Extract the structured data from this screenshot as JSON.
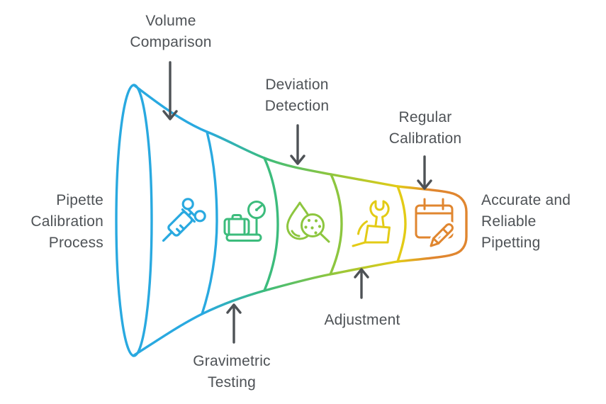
{
  "meta": {
    "background": "#FFFFFF",
    "text_color": "#4E5256",
    "arrow_color": "#4E5256"
  },
  "funnel": {
    "source_label": {
      "lines": [
        "Pipette",
        "Calibration",
        "Process"
      ]
    },
    "outcome_label": {
      "lines": [
        "Accurate and",
        "Reliable",
        "Pipetting"
      ]
    },
    "stages": [
      {
        "name": "Volume Comparison",
        "lines": [
          "Volume",
          "Comparison"
        ],
        "color": "#29A9E0",
        "icon": "syringe-icon",
        "label_position": "top"
      },
      {
        "name": "Gravimetric Testing",
        "lines": [
          "Gravimetric",
          "Testing"
        ],
        "color": "#3CBC7C",
        "icon": "luggage-scale-icon",
        "label_position": "bottom"
      },
      {
        "name": "Deviation Detection",
        "lines": [
          "Deviation",
          "Detection"
        ],
        "color": "#8DC63F",
        "icon": "droplet-magnifier-icon",
        "label_position": "top"
      },
      {
        "name": "Adjustment",
        "lines": [
          "Adjustment"
        ],
        "color": "#E3CB16",
        "icon": "hand-wrench-icon",
        "label_position": "bottom"
      },
      {
        "name": "Regular Calibration",
        "lines": [
          "Regular",
          "Calibration"
        ],
        "color": "#E0862F",
        "icon": "calendar-pencil-icon",
        "label_position": "top"
      }
    ]
  }
}
